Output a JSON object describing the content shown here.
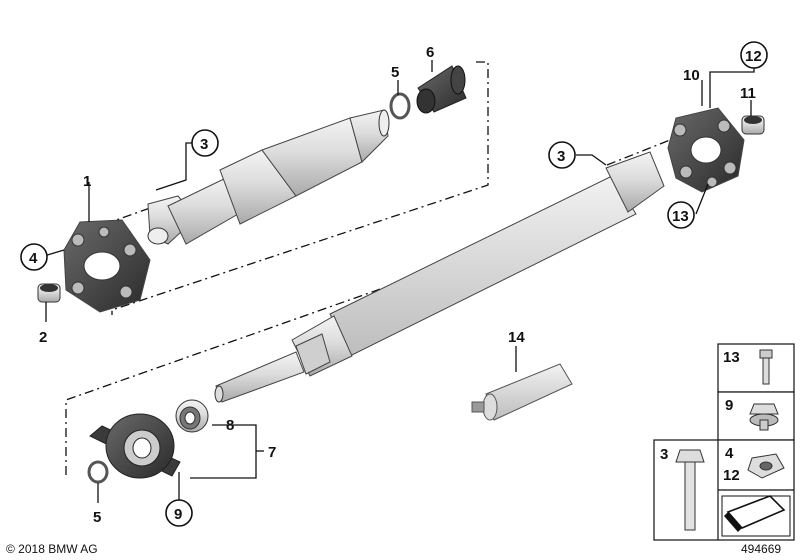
{
  "labels": {
    "p1": "1",
    "p2": "2",
    "p3a": "3",
    "p4": "4",
    "p5a": "5",
    "p6": "6",
    "p3b": "3",
    "p10": "10",
    "p11": "11",
    "p12": "12",
    "p13": "13",
    "p14": "14",
    "p8": "8",
    "p7": "7",
    "p5b": "5",
    "p9": "9"
  },
  "legend": {
    "row1": "13",
    "row2": "9",
    "row3_left": "3",
    "row3_right_top": "4",
    "row3_right_bottom": "12"
  },
  "footer": {
    "copyright": "© 2018 BMW AG",
    "image_number": "494669"
  }
}
